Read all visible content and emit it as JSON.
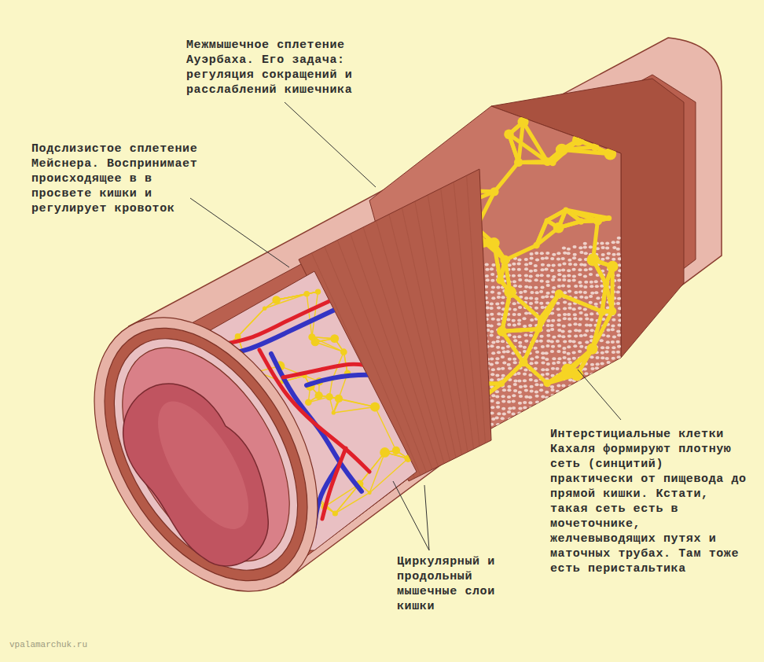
{
  "diagram": {
    "labels": [
      "Межмышечное сплетение Ауэрбаха. Его задача: регуляция сокращений и расслаблений кишечника",
      "Подслизистое сплетение Мейснера. Воспринимает происходящее в в просвете кишки и регулирует кровоток",
      "Интерстициальные клетки Кахаля формируют плотную сеть (синцитий) практически от пищевода до прямой кишки. Кстати, такая сеть есть в мочеточнике, желчевыводящих путях и маточных трубах. Там тоже есть перистальтика",
      "Циркулярный и продольный мышечные слои кишки",
      "vpalamarchuk.ru"
    ]
  }
}
